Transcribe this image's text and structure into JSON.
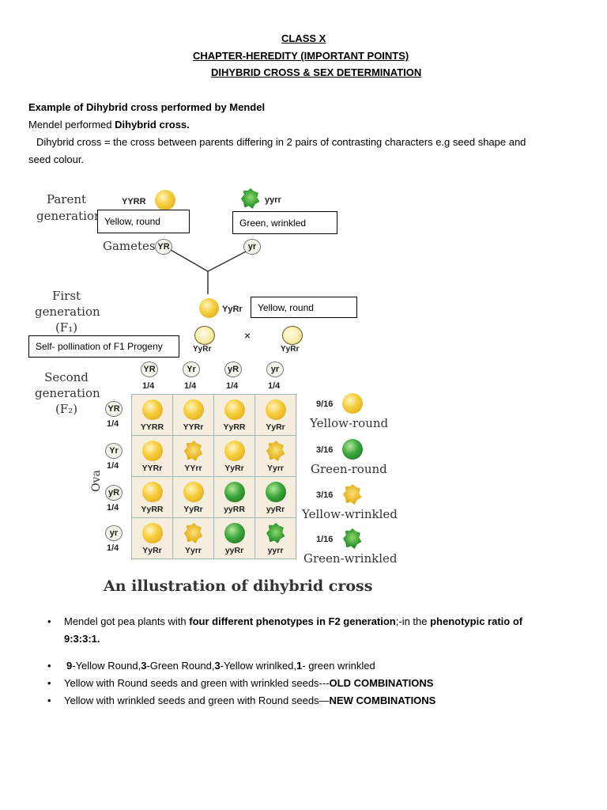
{
  "header": {
    "line1": "CLASS X",
    "line2": "CHAPTER-HEREDITY   (IMPORTANT POINTS)",
    "line3": "DIHYBRID CROSS & SEX DETERMINATION"
  },
  "intro": {
    "heading": "Example of Dihybrid cross performed by Mendel",
    "line2_plain": "Mendel performed ",
    "line2_bold": "Dihybrid cross.",
    "def_line1": "Dihybrid cross = the cross between parents differing in 2 pairs of contrasting characters e.g seed shape and",
    "def_line2": "seed colour."
  },
  "figure": {
    "parent_gen_label": [
      "Parent",
      "generation"
    ],
    "parent1_genotype": "YYRR",
    "parent2_genotype": "yyrr",
    "parent1_box": "Yellow, round",
    "parent2_box": "Green, wrinkled",
    "gametes_label": "Gametes",
    "gamete1": "YR",
    "gamete2": "yr",
    "first_gen_label": [
      "First",
      "generation",
      "(F₁)"
    ],
    "f1_genotype": "YyRr",
    "f1_box": "Yellow, round",
    "self_box": "Self- pollination of F1 Progeny",
    "cross_left": "YyRr",
    "cross_symbol": "×",
    "cross_right": "YyRr",
    "second_gen_label": [
      "Second",
      "generation",
      "(F₂)"
    ],
    "ova_label": "Ova",
    "col_gametes": [
      {
        "g": "YR",
        "f": "1/4"
      },
      {
        "g": "Yr",
        "f": "1/4"
      },
      {
        "g": "yR",
        "f": "1/4"
      },
      {
        "g": "yr",
        "f": "1/4"
      }
    ],
    "row_gametes": [
      {
        "g": "YR",
        "f": "1/4"
      },
      {
        "g": "Yr",
        "f": "1/4"
      },
      {
        "g": "yR",
        "f": "1/4"
      },
      {
        "g": "yr",
        "f": "1/4"
      }
    ],
    "grid": [
      [
        {
          "g": "YYRR",
          "p": "yr"
        },
        {
          "g": "YYRr",
          "p": "yr"
        },
        {
          "g": "YyRR",
          "p": "yr"
        },
        {
          "g": "YyRr",
          "p": "yr"
        }
      ],
      [
        {
          "g": "YYRr",
          "p": "yr"
        },
        {
          "g": "YYrr",
          "p": "yw"
        },
        {
          "g": "YyRr",
          "p": "yr"
        },
        {
          "g": "Yyrr",
          "p": "yw"
        }
      ],
      [
        {
          "g": "YyRR",
          "p": "yr"
        },
        {
          "g": "YyRr",
          "p": "yr"
        },
        {
          "g": "yyRR",
          "p": "gr"
        },
        {
          "g": "yyRr",
          "p": "gr"
        }
      ],
      [
        {
          "g": "YyRr",
          "p": "yr"
        },
        {
          "g": "Yyrr",
          "p": "yw"
        },
        {
          "g": "yyRr",
          "p": "gr"
        },
        {
          "g": "yyrr",
          "p": "gw"
        }
      ]
    ],
    "ratios": [
      {
        "frac": "9/16",
        "label": "Yellow-round",
        "p": "yr"
      },
      {
        "frac": "3/16",
        "label": "Green-round",
        "p": "gr"
      },
      {
        "frac": "3/16",
        "label": "Yellow-wrinkled",
        "p": "yw"
      },
      {
        "frac": "1/16",
        "label": "Green-wrinkled",
        "p": "gw"
      }
    ],
    "caption": "An illustration of dihybrid cross"
  },
  "bullets": {
    "b1_p1": "Mendel got pea plants with ",
    "b1_b1": "four different phenotypes in F2 generation",
    "b1_p2": ";-in the ",
    "b1_b2": "phenotypic ratio of",
    "b1_line2": "9:3:3:1.",
    "b2_n1": "9",
    "b2_t1": "-Yellow Round,",
    "b2_n2": "3",
    "b2_t2": "-Green Round,",
    "b2_n3": "3",
    "b2_t3": "-Yellow wrinlked,",
    "b2_n4": "1",
    "b2_t4": "- green wrinkled",
    "b3_plain": "Yellow with Round seeds and green with wrinkled seeds---",
    "b3_bold": "OLD COMBINATIONS",
    "b4_plain": "Yellow with wrinkled seeds and green with Round seeds—",
    "b4_bold": "NEW COMBINATIONS",
    "dot": "•"
  }
}
